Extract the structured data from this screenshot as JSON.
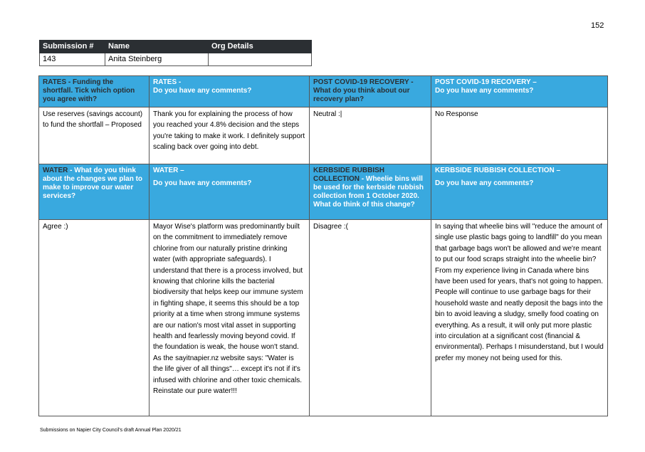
{
  "page_number": "152",
  "submission_table": {
    "headers": [
      "Submission #",
      "Name",
      "Org Details"
    ],
    "row": [
      "143",
      "Anita Steinberg",
      ""
    ]
  },
  "main_table": {
    "header1": {
      "c1_dark": "RATES - Funding the shortfall. Tick which option you agree with?",
      "c2_line1": "RATES -",
      "c2_line2": "Do you have any comments?",
      "c3_dark": "POST COVID-19 RECOVERY - What do you think about our recovery plan?",
      "c4_line1": "POST COVID-19 RECOVERY –",
      "c4_line2": "Do you have any comments?"
    },
    "row1": {
      "c1": "Use reserves (savings account) to fund the shortfall – Proposed",
      "c2": "Thank you for explaining the process of how you reached your 4.8% decision and the steps you're taking to make it work.  I definitely support scaling back over going into debt.",
      "c3": "Neutral :|",
      "c4": "No Response"
    },
    "header2": {
      "c1_dark": "WATER",
      "c1_rest": " - What do you think about the changes we plan to make to improve our water services?",
      "c2_line1": "WATER –",
      "c2_line2": "Do you have any comments?",
      "c3_dark": "KERBSIDE RUBBISH COLLECTION",
      "c3_rest": " - Wheelie bins will be used for the kerbside rubbish collection from 1 October 2020. What do think of this change?",
      "c4_line1": "KERBSIDE RUBBISH COLLECTION –",
      "c4_line2": "Do you have any comments?"
    },
    "row2": {
      "c1": "Agree :)",
      "c2": "Mayor Wise's platform was predominantly built on the commitment to immediately remove chlorine from our naturally pristine drinking water (with appropriate safeguards).  I understand that there is a process involved, but knowing that chlorine kills the bacterial biodiversity that helps keep our immune system in fighting shape, it seems this should be a top priority at a time when strong immune systems are our nation's most vital asset in supporting health and fearlessly moving beyond covid. If the foundation is weak, the house won't stand.  As the sayitnapier.nz website says: \"Water is the life giver of all things\"… except it's not if it's infused with chlorine and other toxic chemicals.  Reinstate our pure water!!!",
      "c3": "Disagree :(",
      "c4": "In saying that wheelie bins will \"reduce the amount of single use plastic bags going to landfill\" do you mean that garbage bags won't be allowed and we're meant to put our food scraps straight into the wheelie bin?  From my experience living in Canada where bins have been used for years, that's not going to happen. People will continue to use garbage bags for their household waste and neatly deposit the bags into the bin to avoid leaving a sludgy, smelly food coating on everything.  As a result, it will only put more plastic into circulation at a significant cost (financial & environmental). Perhaps I misunderstand, but I would prefer my money not being used for this."
    }
  },
  "footer": "Submissions on Napier City Council's draft Annual Plan 2020/21"
}
